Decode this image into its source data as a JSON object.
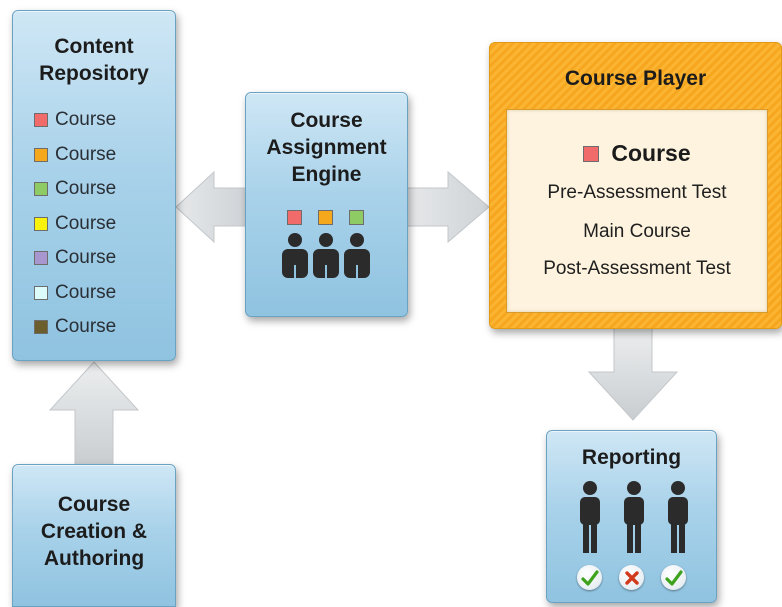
{
  "repository": {
    "title": "Content\nRepository",
    "items": [
      {
        "label": "Course",
        "color": "#f26b6b"
      },
      {
        "label": "Course",
        "color": "#f5a81c"
      },
      {
        "label": "Course",
        "color": "#8ecb64"
      },
      {
        "label": "Course",
        "color": "#f8f20d"
      },
      {
        "label": "Course",
        "color": "#a896cf"
      },
      {
        "label": "Course",
        "color": "#dcfbfb"
      },
      {
        "label": "Course",
        "color": "#6b5d2c"
      }
    ]
  },
  "engine": {
    "title": "Course\nAssignment\nEngine",
    "swatch_colors": [
      "#f26b6b",
      "#f5a81c",
      "#8ecb64"
    ],
    "icons": [
      "person-icon",
      "person-icon",
      "person-icon"
    ]
  },
  "player": {
    "title": "Course Player",
    "course_label": "Course",
    "course_color": "#f26b6b",
    "steps": [
      "Pre-Assessment Test",
      "Main Course",
      "Post-Assessment Test"
    ]
  },
  "creation": {
    "title": "Course\nCreation &\nAuthoring"
  },
  "reporting": {
    "title": "Reporting",
    "results": [
      "check-icon",
      "cross-icon",
      "check-icon"
    ]
  },
  "colors": {
    "box_blue": "#a9d2ea",
    "box_orange": "#fbb533",
    "arrow_gray": "#d6d9db",
    "person": "#2b2b2b",
    "check": "#3ea31c",
    "cross": "#d23a1c"
  }
}
